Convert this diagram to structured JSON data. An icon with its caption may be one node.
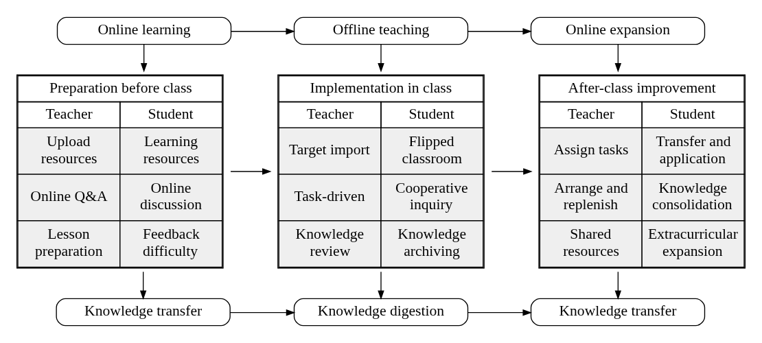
{
  "diagram": {
    "nodes": [
      {
        "text": [
          "Online learning"
        ]
      },
      {
        "text": [
          "Offline teaching"
        ]
      },
      {
        "text": [
          "Online expansion"
        ]
      },
      {
        "text": [
          "Preparation before class",
          "Teacher",
          "Student",
          "Upload resources",
          "Learning resources",
          "Online Q&A",
          "Online discussion",
          "Lesson preparation",
          "Feedback difficulty"
        ]
      },
      {
        "text": [
          "Implementation in class",
          "Teacher",
          "Student",
          "Target import",
          "Flipped classroom",
          "Task-driven",
          "Cooperative inquiry",
          "Knowledge review",
          "Knowledge archiving"
        ]
      },
      {
        "text": [
          "After-class improvement",
          "Teacher",
          "Student",
          "Assign tasks",
          "Transfer and application",
          "Arrange and replenish",
          "Knowledge consolidation",
          "Shared resources",
          "Extracurricular expansion"
        ]
      },
      {
        "text": [
          "Knowledge transfer"
        ]
      },
      {
        "text": [
          "Knowledge digestion"
        ]
      },
      {
        "text": [
          "Knowledge transfer"
        ]
      }
    ],
    "edges": [
      {
        "from": 0,
        "to": 1,
        "arrow": "to"
      },
      {
        "from": 1,
        "to": 2,
        "arrow": "to"
      },
      {
        "from": 0,
        "to": 3,
        "arrow": "to"
      },
      {
        "from": 1,
        "to": 4,
        "arrow": "to"
      },
      {
        "from": 2,
        "to": 5,
        "arrow": "to"
      },
      {
        "from": 3,
        "to": 4,
        "arrow": "to"
      },
      {
        "from": 4,
        "to": 5,
        "arrow": "to"
      },
      {
        "from": 3,
        "to": 6,
        "arrow": "to"
      },
      {
        "from": 4,
        "to": 7,
        "arrow": "to"
      },
      {
        "from": 5,
        "to": 8,
        "arrow": "to"
      },
      {
        "from": 6,
        "to": 7,
        "arrow": "to"
      },
      {
        "from": 7,
        "to": 8,
        "arrow": "to"
      }
    ]
  }
}
